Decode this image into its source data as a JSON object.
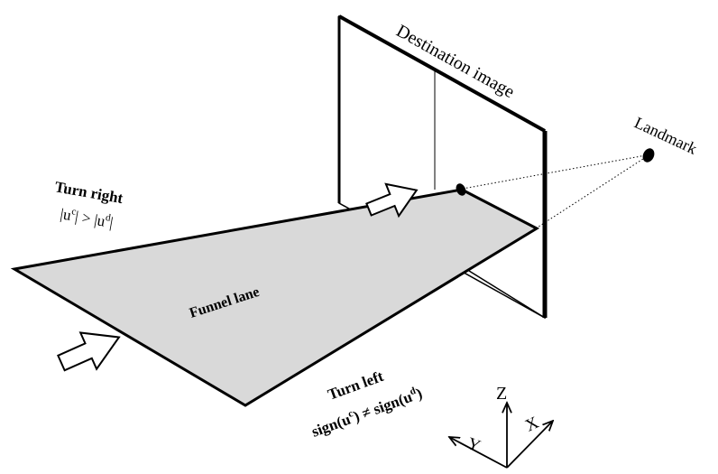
{
  "labels": {
    "destination_image": "Destination image",
    "landmark": "Landmark",
    "turn_right": "Turn right",
    "turn_right_condition": "|u",
    "turn_right_sup_c": "c",
    "turn_right_mid": "| > |u",
    "turn_right_sup_d": "d",
    "turn_right_end": "|",
    "funnel_lane": "Funnel lane",
    "turn_left": "Turn left",
    "turn_left_condition_a": "sign(u",
    "turn_left_sup_c": "c",
    "turn_left_condition_b": ") ≠ sign(u",
    "turn_left_sup_d": "d",
    "turn_left_condition_c": ")"
  },
  "axes": {
    "z": "Z",
    "y": "Y",
    "x": "X"
  },
  "colors": {
    "lane_fill": "#d9d9d9",
    "stroke": "#000000",
    "background": "#ffffff"
  }
}
